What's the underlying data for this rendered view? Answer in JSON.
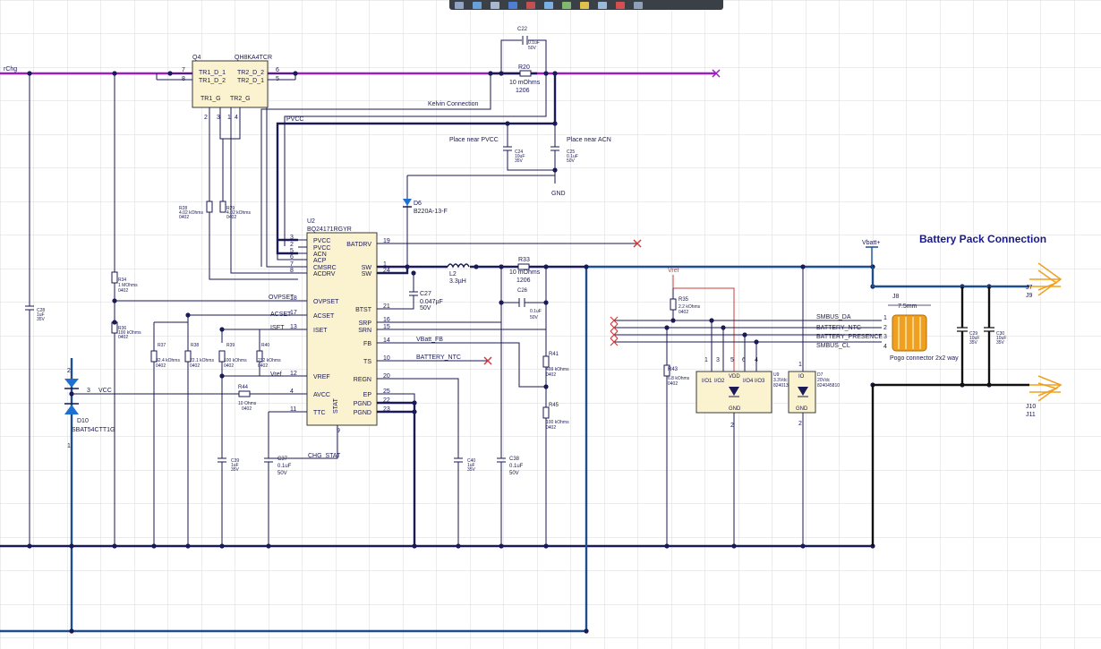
{
  "title": "Battery Pack Connection",
  "nets": {
    "rchg": "rChg",
    "pvcc": "PVCC",
    "vcc": "VCC",
    "vbatt": "Vbatt+",
    "vref": "Vref",
    "kelvin": "Kelvin Connection",
    "gnd": "GND",
    "ovpset": "OVPSET",
    "acset": "ACSET",
    "iset": "ISET",
    "vref_pin": "Vref",
    "vbatt_fb": "VBatt_FB",
    "battery_ntc_ts": "BATTERY_NTC",
    "chg_stat": "CHG_STAT",
    "smbus_da": "SMBUS_DA",
    "battery_ntc": "BATTERY_NTC",
    "battery_presence": "BATTERY_PRESENCE",
    "smbus_cl": "SMBUS_CL"
  },
  "notes": {
    "place_pvcc": "Place near PVCC",
    "place_acn": "Place near ACN",
    "pogo": "Pogo connector 2x2 way",
    "pitch": "7.5mm"
  },
  "colors": {
    "bus": "#1e4f8c",
    "wire": "#1a1a55",
    "charge_net": "#9b1fbf",
    "vref_net": "#d23b3b",
    "part_fill": "#fbf2cf",
    "part_stroke": "#3a3a3a",
    "connector": "#f0a020",
    "diode": "#1e6fd0",
    "grid": "#d6d6d6"
  },
  "parts": {
    "q4": {
      "ref": "Q4",
      "value": "QH8KA4TCR",
      "pins": [
        "TR1_D_1",
        "TR1_D_2",
        "TR2_D_2",
        "TR2_D_1",
        "TR1_G",
        "TR2_G"
      ],
      "pin_numbers": [
        "7",
        "8",
        "6",
        "5",
        "2",
        "3",
        "1",
        "4"
      ]
    },
    "u2": {
      "ref": "U2",
      "value": "BQ24171RGYR",
      "left_pins": [
        "PVCC",
        "PVCC",
        "ACN",
        "ACP",
        "CMSRC",
        "ACDRV",
        "OVPSET",
        "ACSET",
        "ISET",
        "VREF",
        "AVCC",
        "TTC"
      ],
      "left_nums": [
        "3",
        "2",
        "5",
        "6",
        "7",
        "8",
        "18",
        "17",
        "13",
        "12",
        "4",
        "11"
      ],
      "right_pins": [
        "BATDRV",
        "SW",
        "SW",
        "BTST",
        "SRP",
        "SRN",
        "FB",
        "TS",
        "REGN",
        "EP",
        "PGND",
        "PGND"
      ],
      "right_nums": [
        "19",
        "1",
        "24",
        "21",
        "16",
        "15",
        "14",
        "10",
        "20",
        "25",
        "22",
        "23"
      ],
      "bottom_pin": "STAT",
      "bottom_num": "9"
    },
    "r20": {
      "ref": "R20",
      "value": "10 mOhms",
      "pkg": "1206"
    },
    "r33": {
      "ref": "R33",
      "value": "10 mOhms",
      "pkg": "1206"
    },
    "c22": {
      "ref": "C22",
      "value": "0.1uF",
      "volt": "50V"
    },
    "c24": {
      "ref": "C24",
      "value": "10uF",
      "volt": "35V"
    },
    "c25": {
      "ref": "C25",
      "value": "0.1uF",
      "volt": "50V"
    },
    "d6": {
      "ref": "D6",
      "value": "B220A-13-F"
    },
    "l2": {
      "ref": "L2",
      "value": "3.3µH"
    },
    "c27": {
      "ref": "C27",
      "value": "0.047µF",
      "volt": "50V"
    },
    "c26": {
      "ref": "C26",
      "value": "0.1uF",
      "volt": "50V"
    },
    "r28": {
      "ref": "R28",
      "value": "4.02 kOhms",
      "pkg": "0402"
    },
    "r29": {
      "ref": "R29",
      "value": "4.02 kOhms",
      "pkg": "0402"
    },
    "r34": {
      "ref": "R34",
      "value": "1 MOhms",
      "pkg": "0402"
    },
    "r36": {
      "ref": "R36",
      "value": "100 kOhms",
      "pkg": "0402"
    },
    "r37": {
      "ref": "R37",
      "value": "32.4 kOhms",
      "pkg": "0402"
    },
    "r38": {
      "ref": "R38",
      "value": "22.1 kOhms",
      "pkg": "0402"
    },
    "r39": {
      "ref": "R39",
      "value": "100 kOhms",
      "pkg": "0402"
    },
    "r40": {
      "ref": "R40",
      "value": "232 kOhms",
      "pkg": "0402"
    },
    "r44": {
      "ref": "R44",
      "value": "10 Ohms",
      "pkg": "0402"
    },
    "r41": {
      "ref": "R41",
      "value": "499 kOhms",
      "pkg": "0402"
    },
    "r45": {
      "ref": "R45",
      "value": "100 kOhms",
      "pkg": "0402"
    },
    "r35": {
      "ref": "R35",
      "value": "2.2 kOhms",
      "pkg": "0402"
    },
    "r43": {
      "ref": "R43",
      "value": "6.8 kOhms",
      "pkg": "0402"
    },
    "c28": {
      "ref": "C28",
      "value": "1uF",
      "volt": "35V"
    },
    "c39": {
      "ref": "C39",
      "value": "1uF",
      "volt": "35V"
    },
    "c37": {
      "ref": "C37",
      "value": "0.1uF",
      "volt": "50V"
    },
    "c40": {
      "ref": "C40",
      "value": "1uF",
      "volt": "35V"
    },
    "c38": {
      "ref": "C38",
      "value": "0.1uF",
      "volt": "50V"
    },
    "c29": {
      "ref": "C29",
      "value": "10uF",
      "volt": "35V"
    },
    "c30": {
      "ref": "C30",
      "value": "10uF",
      "volt": "35V"
    },
    "d10": {
      "ref": "D10",
      "value": "SBAT54CTT1G"
    },
    "u9": {
      "ref": "U9",
      "value": "3.3Vdc",
      "part": "824013",
      "pins": [
        "I/O1",
        "I/O2",
        "VDD",
        "I/O4",
        "I/O3",
        "GND"
      ],
      "pin_numbers": [
        "1",
        "3",
        "5",
        "6",
        "4",
        "2"
      ]
    },
    "d7": {
      "ref": "D7",
      "value": "20Vdc",
      "part": "824045810",
      "pins": [
        "IO",
        "GND"
      ],
      "pin_numbers": [
        "1",
        "2"
      ]
    },
    "j8": {
      "ref": "J8"
    },
    "j7": {
      "ref": "J7"
    },
    "j9": {
      "ref": "J9"
    },
    "j10": {
      "ref": "J10"
    },
    "j11": {
      "ref": "J11"
    }
  }
}
